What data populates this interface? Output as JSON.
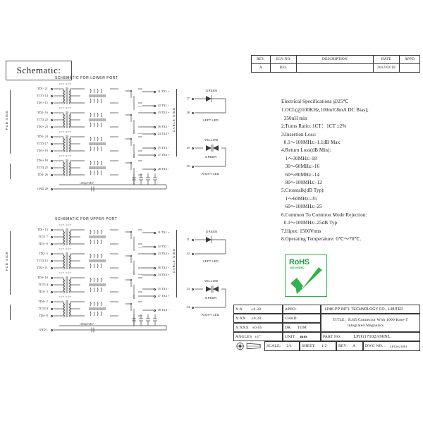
{
  "schematic_label": "Schematic:",
  "revision_table": {
    "headers": [
      "REV.",
      "ECN NO.",
      "DESCRIPTION",
      "DATE",
      "APPD"
    ],
    "rows": [
      {
        "rev": "A",
        "ecn_no": "REL",
        "description": "",
        "date": "2012/02/18",
        "appd": ""
      }
    ]
  },
  "specs": {
    "title": "Electrical Specifications @25℃",
    "lines": [
      "1.OCL(@100KHz,100mV,8mA DC Bias);",
      "  350uH min",
      "2.Turns Ratio: 1CT：1CT ±2%",
      "3.Insertion Loss:",
      "  0.1～100MHz:-1.1dB Max",
      "4.Return Loss(dB Min):",
      "   1～30MHz:-18",
      "   30～60MHz:-16",
      "   60～80MHz:-14",
      "   80～100MHz:-12",
      "5.Crosstalk(dB Typ):",
      "   1～60MHz:-35",
      "   60～100MHz:-25",
      "6.Common To Common Mode Rejection:",
      "  0.1～100MHz:-25dB Typ",
      "7.Hipot: 1500Vrms",
      "8.Operating Temperature: 0℃～70℃."
    ]
  },
  "rohs": {
    "text": "RoHS",
    "subtext": "2002/95/EC"
  },
  "title_block": {
    "tolerances": [
      {
        "label": "X:X",
        "value": "±0.30"
      },
      {
        "label": "X:XX",
        "value": "±0.20"
      },
      {
        "label": "X:XXX",
        "value": "±0.05"
      },
      {
        "label": "ANGLES",
        "value": "±1°"
      }
    ],
    "appd": {
      "label": "APPD:",
      "value": ""
    },
    "chkd": {
      "label": "CHKD:",
      "value": ""
    },
    "dr": {
      "label": "DR:",
      "value": "TOM"
    },
    "unit": {
      "label": "UNIT:",
      "value": "mm"
    },
    "company": "LINK-PP INT'L TECHNOLOGY CO., LIMITED",
    "title_label": "TITLE:",
    "title_line1": "RJ45 Connector With 1000 Base-T",
    "title_line2": "Integrated Magnetics",
    "part_no": {
      "label": "PART NO. :",
      "value": "LPJG17102A96NL"
    },
    "scale": {
      "label": "SCALE:",
      "value": "2/1"
    },
    "sheet": {
      "label": "SHEET:",
      "value": "1/2"
    },
    "rev": {
      "label": "REV:",
      "value": "A"
    },
    "dwg_no": {
      "label": "DWG NO. :",
      "value": "LP12021001"
    }
  },
  "schematics": [
    {
      "title": "SCHEMATIC FOR LOWER PORT",
      "pcb_side": "PCB SIDE",
      "cable_side": "CABLE SIDE",
      "ct_label": "1CT : 1CT",
      "cap_label": "1000pF/2KV",
      "gnd": {
        "name": "GND",
        "pin": "20"
      },
      "left_pins": [
        {
          "name": "TD1-",
          "pin": "21"
        },
        {
          "name": "TCT1",
          "pin": "14"
        },
        {
          "name": "TD1+",
          "pin": "15"
        },
        {
          "name": "TD2-",
          "pin": "16"
        },
        {
          "name": "TCT2",
          "pin": "22"
        },
        {
          "name": "TD2+",
          "pin": "23"
        },
        {
          "name": "TD3-",
          "pin": "24"
        },
        {
          "name": "TCT3",
          "pin": "17"
        },
        {
          "name": "TD3+",
          "pin": "19"
        },
        {
          "name": "TD4+",
          "pin": "18"
        },
        {
          "name": "TCT4",
          "pin": "25"
        },
        {
          "name": "TD4-",
          "pin": "26"
        }
      ],
      "right_pins": [
        {
          "pin": "J1",
          "name": "TX1 +"
        },
        {
          "pin": "J2",
          "name": "TX1 -"
        },
        {
          "pin": "J3",
          "name": "TX2 +"
        },
        {
          "pin": "J6",
          "name": "TX2 -"
        },
        {
          "pin": "J4",
          "name": "TX3 +"
        },
        {
          "pin": "J5",
          "name": "TX3 -"
        },
        {
          "pin": "J7",
          "name": "TX4 +"
        },
        {
          "pin": "J8",
          "name": "TX4 -"
        }
      ],
      "leds": [
        {
          "name": "LEFT LED",
          "pins": [
            "27",
            "28"
          ],
          "colors": [
            "GREEN"
          ]
        },
        {
          "name": "RIGHT LED",
          "pins": [
            "29",
            "30"
          ],
          "colors": [
            "YELLOW",
            "GREEN"
          ]
        }
      ]
    },
    {
      "title": "SCHEMATIC FOR UPPER PORT",
      "pcb_side": "PCB SIDE",
      "cable_side": "CABLE SIDE",
      "ct_label": "1CT : 1CT",
      "cap_label": "1000pF/2KV",
      "gnd": {
        "name": "GND",
        "pin": "1"
      },
      "left_pins": [
        {
          "name": "TD1-",
          "pin": "13"
        },
        {
          "name": "TCT1",
          "pin": "7"
        },
        {
          "name": "TD1+",
          "pin": "6"
        },
        {
          "name": "TD2-",
          "pin": "5"
        },
        {
          "name": "TCT2",
          "pin": "12"
        },
        {
          "name": "TD2+",
          "pin": "11"
        },
        {
          "name": "TD3-",
          "pin": "10"
        },
        {
          "name": "TCT3",
          "pin": "4"
        },
        {
          "name": "TD3+",
          "pin": "3"
        },
        {
          "name": "TD4+",
          "pin": "2"
        },
        {
          "name": "TCT4",
          "pin": "9"
        },
        {
          "name": "TD4-",
          "pin": "8"
        }
      ],
      "right_pins": [
        {
          "pin": "J1",
          "name": "TX1 +"
        },
        {
          "pin": "J2",
          "name": "TX1 -"
        },
        {
          "pin": "J3",
          "name": "TX2 +"
        },
        {
          "pin": "J6",
          "name": "TX2 -"
        },
        {
          "pin": "J4",
          "name": "TX3 +"
        },
        {
          "pin": "J5",
          "name": "TX3 -"
        },
        {
          "pin": "J7",
          "name": "TX4 +"
        },
        {
          "pin": "J8",
          "name": "TX4 -"
        }
      ],
      "leds": [
        {
          "name": "LEFT LED",
          "pins": [
            "31",
            "32"
          ],
          "colors": [
            "GREEN"
          ]
        },
        {
          "name": "RIGHT LED",
          "pins": [
            "33",
            "34"
          ],
          "colors": [
            "YELLOW",
            "GREEN"
          ]
        }
      ]
    }
  ]
}
